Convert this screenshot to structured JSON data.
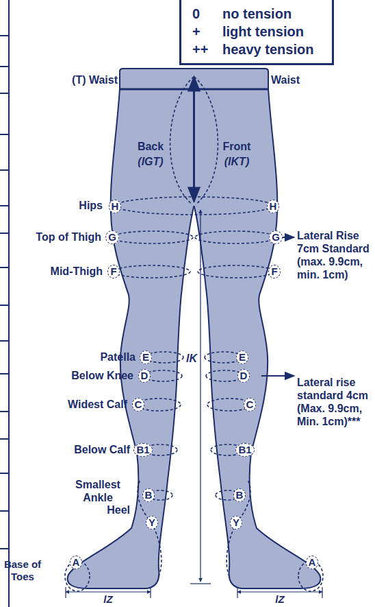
{
  "diagram": {
    "nodes": [
      {
        "text": [
          "0",
          "no tension",
          "+",
          "light tension",
          "++",
          "heavy tension"
        ]
      }
    ],
    "labels": [
      "(T) Waist",
      "Waist",
      "Back",
      "(lGT)",
      "Front",
      "(lKT)",
      "Hips",
      "H",
      "H",
      "Lateral Rise 7cm Standard (max. 9.9cm, min. 1cm)",
      "Top of Thigh",
      "G",
      "G",
      "Mid-Thigh",
      "F",
      "F",
      "lK",
      "Patella",
      "E",
      "E",
      "Lateral rise standard 4cm (Max. 9.9cm, Min. 1cm)***",
      "Below Knee",
      "D",
      "D",
      "Widest Calf",
      "C",
      "C",
      "Below Calf",
      "B1",
      "B1",
      "Smallest Ankle",
      "B",
      "B",
      "Heel",
      "Y",
      "Y",
      "Base of Toes",
      "A",
      "A",
      "lZ",
      "lZ"
    ]
  }
}
